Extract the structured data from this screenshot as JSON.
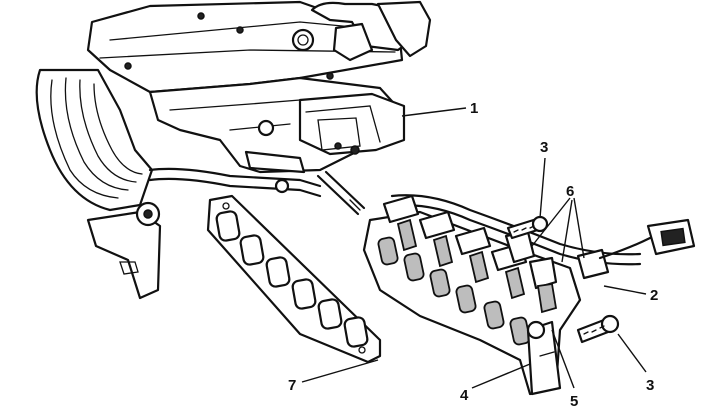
{
  "callouts": [
    {
      "id": "c1",
      "label": "1"
    },
    {
      "id": "c2",
      "label": "2"
    },
    {
      "id": "c3a",
      "label": "3"
    },
    {
      "id": "c3b",
      "label": "3"
    },
    {
      "id": "c4",
      "label": "4"
    },
    {
      "id": "c5",
      "label": "5"
    },
    {
      "id": "c6",
      "label": "6"
    },
    {
      "id": "c7",
      "label": "7"
    }
  ]
}
